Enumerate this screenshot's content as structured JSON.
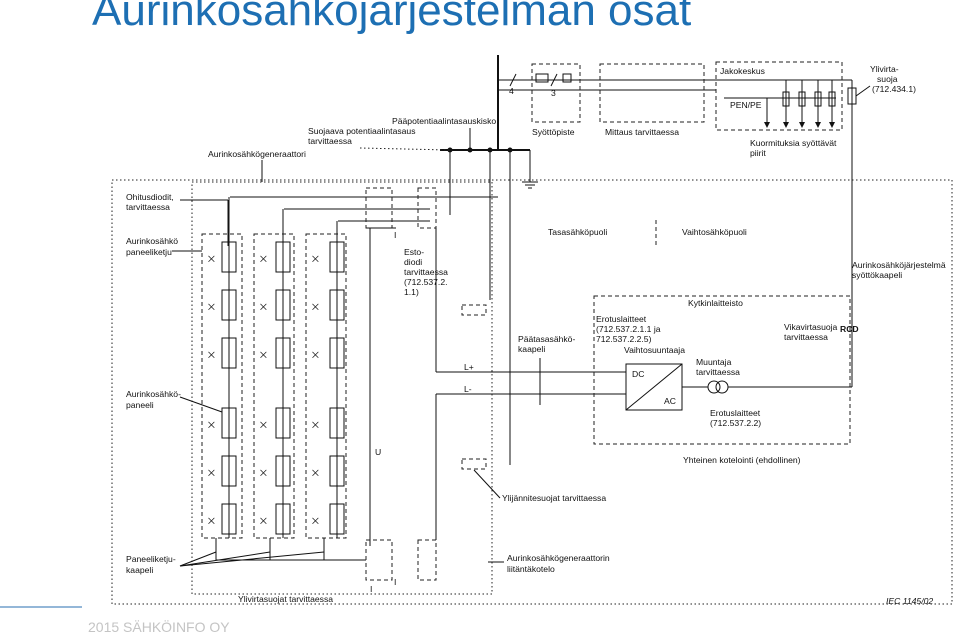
{
  "title": "Aurinkosähköjärjestelmän osat",
  "footer": "2015 SÄHKÖINFO OY",
  "diagram": {
    "labels": {
      "jakokeskus": "Jakokeskus",
      "ylivirta1": "Ylivirta-",
      "ylivirta2": "suoja",
      "ylivirta3": "(712.434.1)",
      "penpe": "PEN/PE",
      "n4": "4",
      "n3": "3",
      "paapot": "Pääpotentiaalintasauskisko",
      "suojaava1": "Suojaava potentiaalintasaus",
      "suojaava2": "tarvittaessa",
      "syottopiste": "Syöttöpiste",
      "mittaus": "Mittaus tarvittaessa",
      "kuorm1": "Kuormituksia syöttävät",
      "kuorm2": "piirit",
      "generaattori": "Aurinkosähkögeneraattori",
      "ohitus1": "Ohitusdiodit,",
      "ohitus2": "tarvittaessa",
      "ketju1": "Aurinkosähkö",
      "ketju2": "paneeliketju",
      "esto1": "Esto-",
      "esto2": "diodi",
      "esto3": "tarvittaessa",
      "esto4": "(712.537.2.",
      "esto5": "1.1)",
      "tasa": "Tasasähköpuoli",
      "vaihto": "Vaihtosähköpuoli",
      "syottokaapeli1": "Aurinkosähköjärjestelmä",
      "syottokaapeli2": "syöttökaapeli",
      "kytkin": "Kytkinlaitteisto",
      "erotus1": "Erotuslaitteet",
      "erotus2": "(712.537.2.1.1 ja",
      "erotus3": "712.537.2.2.5)",
      "vikavirta1": "Vikavirtasuoja",
      "vikavirta2": "tarvittaessa",
      "rcd": "RCD",
      "paatasa1": "Päätasasähkö-",
      "paatasa2": "kaapeli",
      "vaihtosuuntaaja": "Vaihtosuuntaaja",
      "muuntaja1": "Muuntaja",
      "muuntaja2": "tarvittaessa",
      "dc": "DC",
      "ac": "AC",
      "lplus": "L+",
      "lminus": "L-",
      "erotus4": "Erotuslaitteet",
      "erotus5": "(712.537.2.2)",
      "paneeli1": "Aurinkosähkö-",
      "paneeli2": "paneeli",
      "u": "U",
      "kotelointi": "Yhteinen kotelointi (ehdollinen)",
      "ylijannite": "Ylijännitesuojat tarvittaessa",
      "ketjukaapeli1": "Paneeliketju-",
      "ketjukaapeli2": "kaapeli",
      "liitanta1": "Aurinkosähkögeneraattorin",
      "liitanta2": "liitäntäkotelo",
      "ylivirtasuojat": "Ylivirtasuojat tarvittaessa",
      "iec": "IEC   1145/02",
      "i1": "I",
      "i2": "I",
      "i3": "I"
    }
  }
}
